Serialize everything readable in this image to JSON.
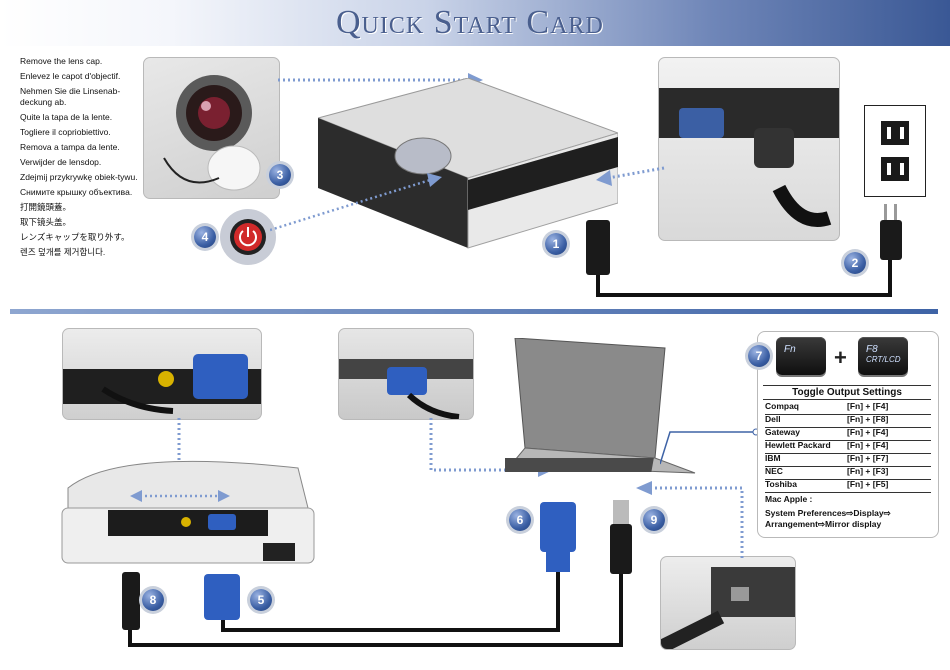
{
  "banner": {
    "title": "Quick Start Card"
  },
  "instructions": [
    "Remove the lens cap.",
    "Enlevez le capot d'objectif.",
    "Nehmen Sie die Linsenab-deckung ab.",
    "Quite la tapa de la lente.",
    "Togliere il copriobiettivo.",
    "Remova a tampa da lente.",
    "Verwijder de lensdop.",
    "Zdejmij przykrywkę obiek-tywu.",
    "Снимите крышку объектива.",
    "打開鏡頭蓋。",
    "取下镜头盖。",
    "レンズキャップを取り外す。",
    "렌즈 덮개를 제거합니다."
  ],
  "steps": [
    "1",
    "2",
    "3",
    "4",
    "5",
    "6",
    "7",
    "8",
    "9"
  ],
  "keys": {
    "fn": "Fn",
    "f8": "F8",
    "f8_sub": "CRT/LCD"
  },
  "toggle": {
    "title": "Toggle Output Settings",
    "rows": [
      {
        "brand": "Compaq",
        "keys": "[Fn] + [F4]"
      },
      {
        "brand": "Dell",
        "keys": "[Fn] + [F8]"
      },
      {
        "brand": "Gateway",
        "keys": "[Fn] + [F4]"
      },
      {
        "brand": "Hewlett Packard",
        "keys": "[Fn] + [F4]"
      },
      {
        "brand": "IBM",
        "keys": "[Fn] + [F7]"
      },
      {
        "brand": "NEC",
        "keys": "[Fn] + [F3]"
      },
      {
        "brand": "Toshiba",
        "keys": "[Fn] + [F5]"
      }
    ],
    "mac_title": "Mac Apple :",
    "mac_line1": "System Preferences⇨Display⇨",
    "mac_line2": "Arrangement⇨Mirror display"
  }
}
